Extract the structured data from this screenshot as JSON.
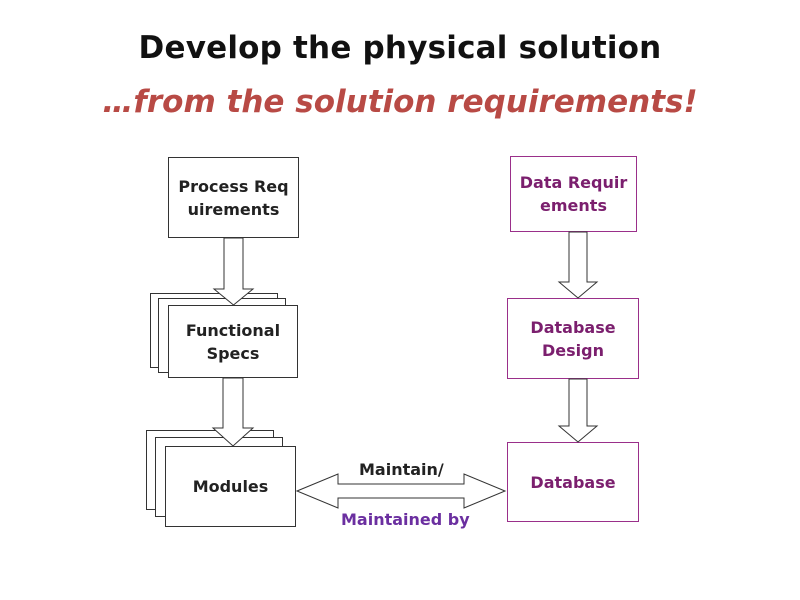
{
  "title": {
    "main": "Develop the physical solution",
    "sub": "…from the solution requirements!"
  },
  "left_column": {
    "process_requirements": "Process Requirements",
    "functional_specs": "Functional Specs",
    "modules": "Modules"
  },
  "right_column": {
    "data_requirements": "Data Requirements",
    "database_design": "Database Design",
    "database": "Database"
  },
  "connector": {
    "top_label": "Maintain/",
    "bottom_label": "Maintained by"
  },
  "colors": {
    "title_sub": "#b84a45",
    "right_column": "#7b1f6e",
    "bottom_label": "#6b2fa0",
    "black": "#222222"
  }
}
